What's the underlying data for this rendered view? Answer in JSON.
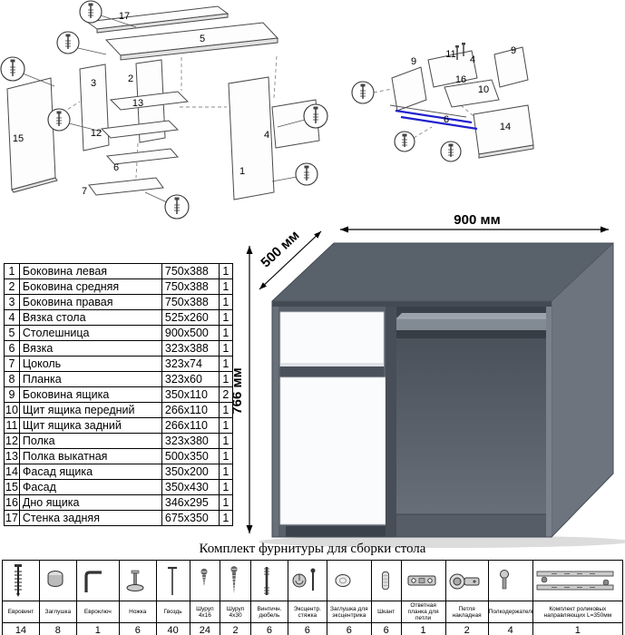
{
  "parts_table": {
    "rows": [
      {
        "n": "1",
        "name": "Боковина левая",
        "size": "750x388",
        "qty": "1"
      },
      {
        "n": "2",
        "name": "Боковина средняя",
        "size": "750x388",
        "qty": "1"
      },
      {
        "n": "3",
        "name": "Боковина правая",
        "size": "750x388",
        "qty": "1"
      },
      {
        "n": "4",
        "name": "Вязка стола",
        "size": "525x260",
        "qty": "1"
      },
      {
        "n": "5",
        "name": "Столешница",
        "size": "900x500",
        "qty": "1"
      },
      {
        "n": "6",
        "name": "Вязка",
        "size": "323x388",
        "qty": "1"
      },
      {
        "n": "7",
        "name": "Цоколь",
        "size": "323x74",
        "qty": "1"
      },
      {
        "n": "8",
        "name": "Планка",
        "size": "323x60",
        "qty": "1"
      },
      {
        "n": "9",
        "name": "Боковина ящика",
        "size": "350x110",
        "qty": "2"
      },
      {
        "n": "10",
        "name": "Щит ящика передний",
        "size": "266x110",
        "qty": "1"
      },
      {
        "n": "11",
        "name": "Щит ящика задний",
        "size": "266x110",
        "qty": "1"
      },
      {
        "n": "12",
        "name": "Полка",
        "size": "323x380",
        "qty": "1"
      },
      {
        "n": "13",
        "name": "Полка выкатная",
        "size": "500x350",
        "qty": "1"
      },
      {
        "n": "14",
        "name": "Фасад ящика",
        "size": "350x200",
        "qty": "1"
      },
      {
        "n": "15",
        "name": "Фасад",
        "size": "350x430",
        "qty": "1"
      },
      {
        "n": "16",
        "name": "Дно ящика",
        "size": "346x295",
        "qty": "1"
      },
      {
        "n": "17",
        "name": "Стенка задняя",
        "size": "675x350",
        "qty": "1"
      }
    ]
  },
  "desk": {
    "dim_width": "900 мм",
    "dim_depth": "500 мм",
    "dim_height": "766 мм"
  },
  "left_diagram": {
    "labels": [
      "17",
      "5",
      "2",
      "3",
      "13",
      "12",
      "6",
      "7",
      "15",
      "1",
      "4"
    ]
  },
  "right_diagram": {
    "labels": [
      "9",
      "11",
      "9",
      "10",
      "16",
      "6",
      "14",
      "4"
    ]
  },
  "hardware": {
    "title": "Комплект фурнитуры для сборки стола",
    "items": [
      {
        "label": "Евровинт",
        "qty": "14",
        "icon": "confirmat-screw"
      },
      {
        "label": "Заглушка",
        "qty": "8",
        "icon": "cap"
      },
      {
        "label": "Евроключ",
        "qty": "1",
        "icon": "hex-key"
      },
      {
        "label": "Ножка",
        "qty": "6",
        "icon": "foot-glide"
      },
      {
        "label": "Гвоздь",
        "qty": "40",
        "icon": "nail"
      },
      {
        "label": "Шуруп 4x16",
        "qty": "24",
        "icon": "screw-short"
      },
      {
        "label": "Шуруп 4x30",
        "qty": "2",
        "icon": "screw-long"
      },
      {
        "label": "Винтичн. дюбель",
        "qty": "6",
        "icon": "dowel-screw"
      },
      {
        "label": "Эксцентр. стяжка",
        "qty": "6",
        "icon": "cam-lock"
      },
      {
        "label": "Заглушка для эксцентрика",
        "qty": "6",
        "icon": "cam-cap"
      },
      {
        "label": "Шкант",
        "qty": "6",
        "icon": "wood-dowel"
      },
      {
        "label": "Ответная планка для петли",
        "qty": "1",
        "icon": "hinge-plate"
      },
      {
        "label": "Петля накладная",
        "qty": "2",
        "icon": "hinge"
      },
      {
        "label": "Полкодержатель",
        "qty": "4",
        "icon": "shelf-pin"
      },
      {
        "label": "Комплект роликовых направляющих L=350мм",
        "qty": "1",
        "icon": "roller-slides"
      }
    ]
  },
  "colors": {
    "guide_highlight_blue": "#2020cc",
    "desk_top": "#59616b",
    "desk_side": "#6d747d",
    "facade_white": "#fafbfc",
    "plinth_dark": "#3c424b"
  }
}
